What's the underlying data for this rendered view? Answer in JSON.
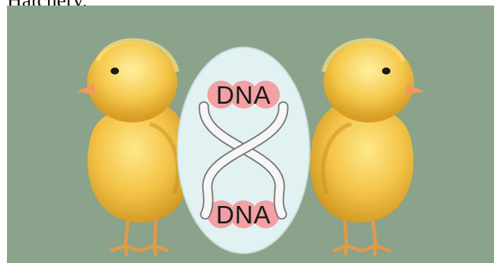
{
  "caption": "Hatchery.",
  "illustration": {
    "top_label": "DNA",
    "bottom_label": "DNA",
    "colors": {
      "background": "#8aa38a",
      "oval": "#e2f1f2",
      "bead": "#f2a0a3",
      "strand": "#f4f4f4",
      "chick_body": "#f3c448",
      "chick_beak": "#f09a5b"
    },
    "icons": [
      "chick-left",
      "chick-right",
      "dna-double-helix"
    ]
  }
}
